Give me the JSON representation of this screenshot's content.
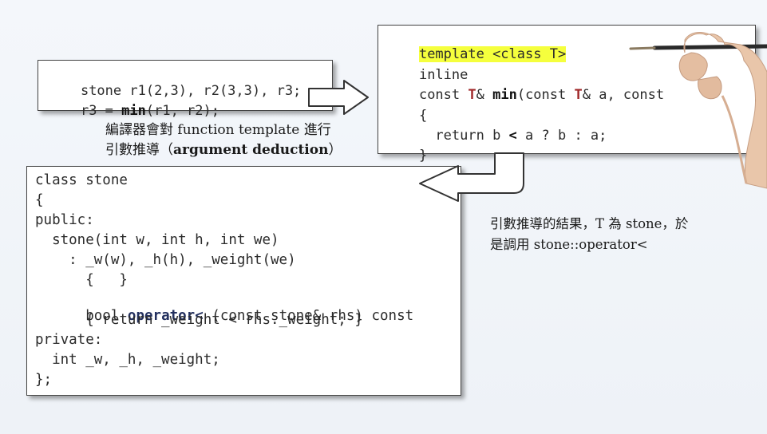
{
  "call_box": {
    "line1": "stone r1(2,3), r2(3,3), r3;",
    "line2_a": "r3 = ",
    "line2_min": "min",
    "line2_b": "(r1, r2);"
  },
  "template_box": {
    "l1": "template <class T>",
    "l2": "inline",
    "l3_a": "const ",
    "l3_T": "T",
    "l3_b": "& ",
    "l3_min": "min",
    "l3_c": "(const ",
    "l3_T2": "T",
    "l3_d": "& a, const",
    "l4": "{",
    "l5_a": "  return b ",
    "l5_lt": "<",
    "l5_b": " a ? b : a;",
    "l6": "}"
  },
  "caption_deduction": {
    "line1": "編譯器會對 function template 進行",
    "line2_a": "引數推導（",
    "line2_b": "argument deduction",
    "line2_c": "）"
  },
  "class_box": {
    "l1": "class stone",
    "l2": "{",
    "l3": "public:",
    "l4": "  stone(int w, int h, int we)",
    "l5": "    : _w(w), _h(h), _weight(we)",
    "l6": "      {   }",
    "l7_a": "  bool ",
    "l7_op": "operator<",
    "l7_b": " (const stone& rhs) const",
    "l8": "      { return _weight < rhs._weight; }",
    "l9": "private:",
    "l10": "  int _w, _h, _weight;",
    "l11": "};"
  },
  "caption_result": {
    "line1": "引數推導的結果，T 為 stone，於",
    "line2": "是調用 stone::operator<"
  },
  "colors": {
    "keyword_red": "#a0282a",
    "keyword_blue": "#23305f",
    "highlight": "#f5ff3d"
  }
}
